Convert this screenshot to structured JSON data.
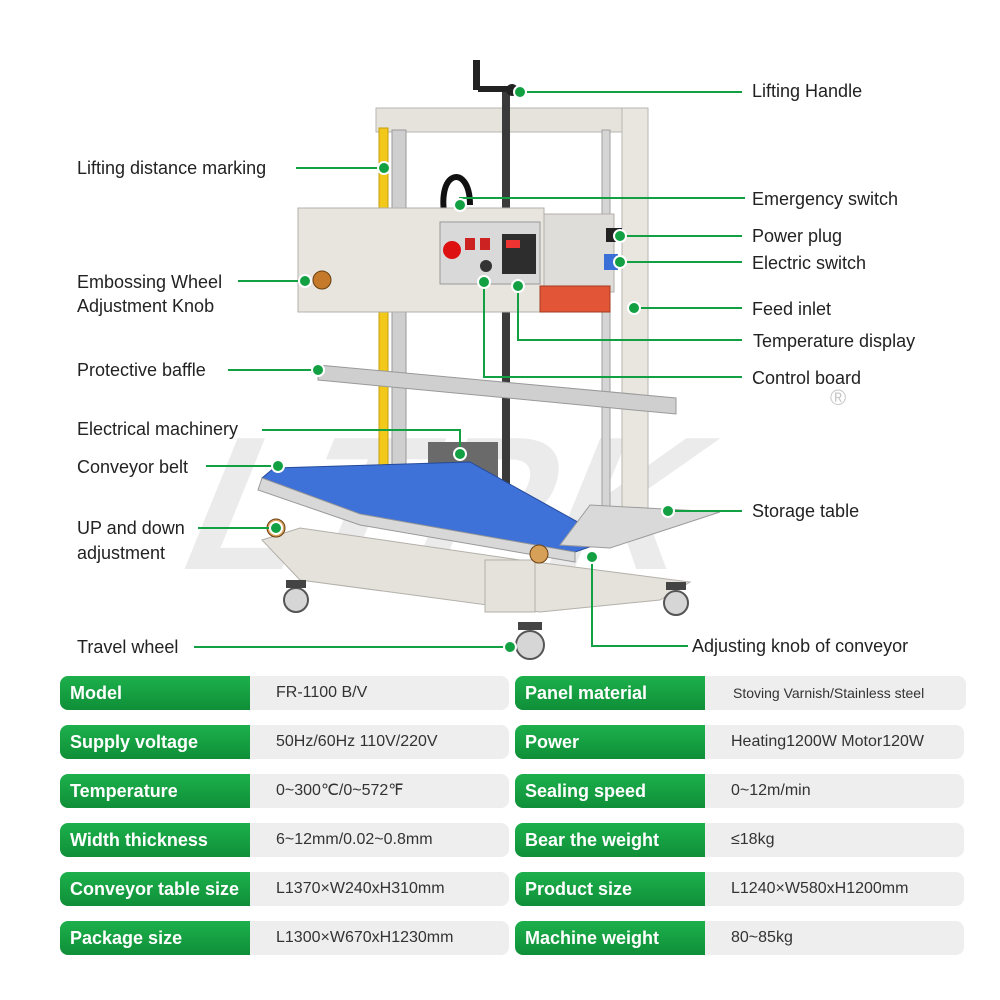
{
  "watermark": "LTPK",
  "registered_mark": "®",
  "callouts": {
    "lifting_handle": "Lifting Handle",
    "lifting_distance_marking": "Lifting distance marking",
    "emergency_switch": "Emergency switch",
    "power_plug": "Power plug",
    "electric_switch": "Electric switch",
    "embossing_wheel_line1": "Embossing Wheel",
    "embossing_wheel_line2": "Adjustment Knob",
    "feed_inlet": "Feed inlet",
    "temperature_display": "Temperature display",
    "protective_baffle": "Protective baffle",
    "control_board": "Control board",
    "electrical_machinery": "Electrical machinery",
    "conveyor_belt": "Conveyor belt",
    "storage_table": "Storage table",
    "up_down_line1": "UP and down",
    "up_down_line2": "adjustment",
    "travel_wheel": "Travel wheel",
    "adjusting_knob_conveyor": "Adjusting knob of conveyor"
  },
  "specs_left": [
    {
      "label": "Model",
      "value": "FR-1100 B/V"
    },
    {
      "label": "Supply voltage",
      "value": "50Hz/60Hz 110V/220V"
    },
    {
      "label": "Temperature",
      "value": "0~300℃/0~572℉"
    },
    {
      "label": "Width thickness",
      "value": "6~12mm/0.02~0.8mm"
    },
    {
      "label": "Conveyor table size",
      "value": "L1370×W240xH310mm"
    },
    {
      "label": "Package size",
      "value": "L1300×W670xH1230mm"
    }
  ],
  "specs_right": [
    {
      "label": "Panel material",
      "value": "Stoving Varnish/Stainless steel"
    },
    {
      "label": "Power",
      "value": "Heating1200W  Motor120W"
    },
    {
      "label": "Sealing speed",
      "value": "0~12m/min"
    },
    {
      "label": "Bear the weight",
      "value": "≤18kg"
    },
    {
      "label": "Product size",
      "value": "L1240×W580xH1200mm"
    },
    {
      "label": "Machine weight",
      "value": "80~85kg"
    }
  ],
  "colors": {
    "accent": "#12a043",
    "pill_dark": "#0f8f38",
    "value_bg": "#eeeeee"
  }
}
